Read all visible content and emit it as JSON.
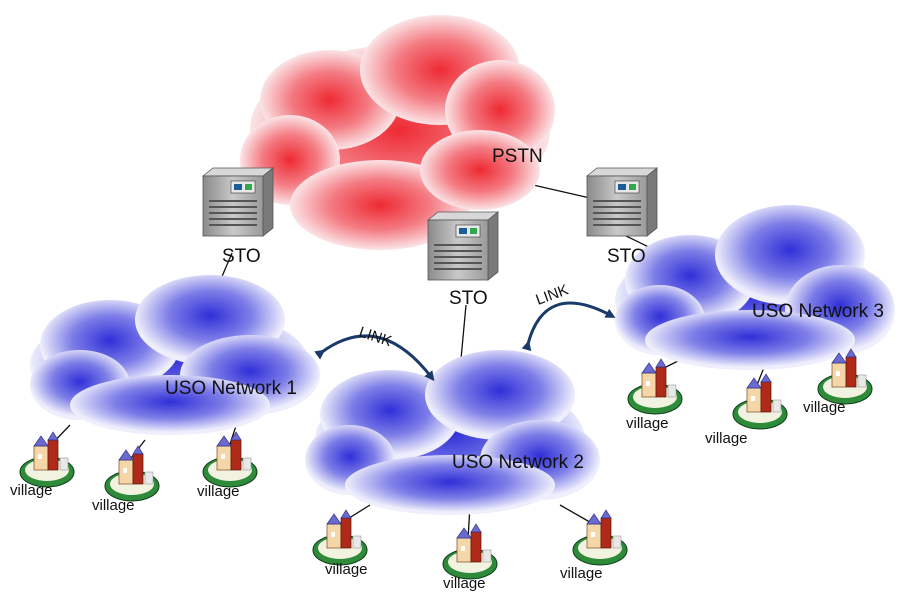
{
  "colors": {
    "pstn_core": "#ee2a33",
    "pstn_edge": "#fbe4e6",
    "uso_core": "#2f2fd8",
    "uso_edge": "#eeeefc",
    "link_arrow": "#1a3a6a",
    "wire": "#111111",
    "village_base": "#2e8b3a"
  },
  "clouds": {
    "pstn": {
      "label": "PSTN"
    },
    "uso1": {
      "label": "USO Network 1"
    },
    "uso2": {
      "label": "USO Network 2"
    },
    "uso3": {
      "label": "USO Network 3"
    }
  },
  "servers": {
    "sto1": {
      "label": "STO",
      "icon": "server-icon"
    },
    "sto2": {
      "label": "STO",
      "icon": "server-icon"
    },
    "sto3": {
      "label": "STO",
      "icon": "server-icon"
    }
  },
  "links": [
    {
      "label": "LINK"
    },
    {
      "label": "LINK"
    }
  ],
  "villages": [
    {
      "label": "village",
      "icon": "village-icon"
    },
    {
      "label": "village",
      "icon": "village-icon"
    },
    {
      "label": "village",
      "icon": "village-icon"
    },
    {
      "label": "village",
      "icon": "village-icon"
    },
    {
      "label": "village",
      "icon": "village-icon"
    },
    {
      "label": "village",
      "icon": "village-icon"
    },
    {
      "label": "village",
      "icon": "village-icon"
    },
    {
      "label": "village",
      "icon": "village-icon"
    },
    {
      "label": "village",
      "icon": "village-icon"
    }
  ]
}
